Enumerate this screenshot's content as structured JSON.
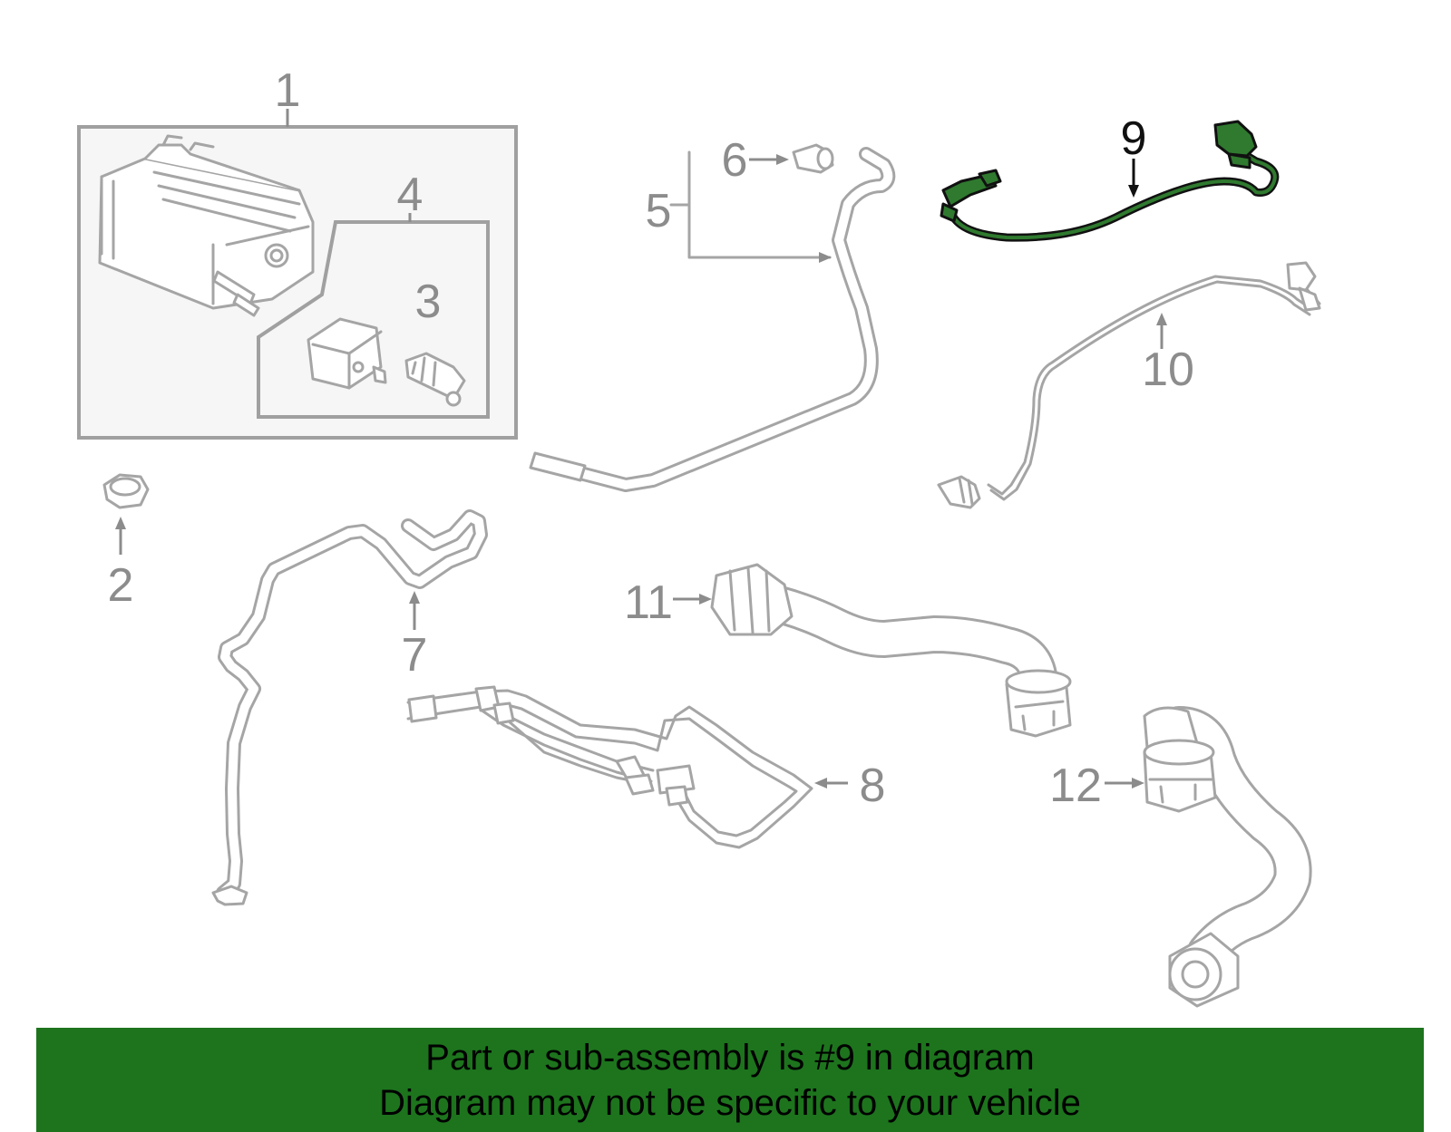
{
  "diagram": {
    "callouts": {
      "c1": "1",
      "c2": "2",
      "c3": "3",
      "c4": "4",
      "c5": "5",
      "c6": "6",
      "c7": "7",
      "c8": "8",
      "c9": "9",
      "c10": "10",
      "c11": "11",
      "c12": "12"
    },
    "highlighted_part": "9",
    "colors": {
      "highlight": "#2f7a2f",
      "banner": "#1d741d",
      "part_lines": "#a5a5a5",
      "callout_text": "#8c8c8c"
    }
  },
  "banner": {
    "line1": "Part or sub-assembly is #9 in diagram",
    "line2": "Diagram may not be specific to your vehicle"
  }
}
